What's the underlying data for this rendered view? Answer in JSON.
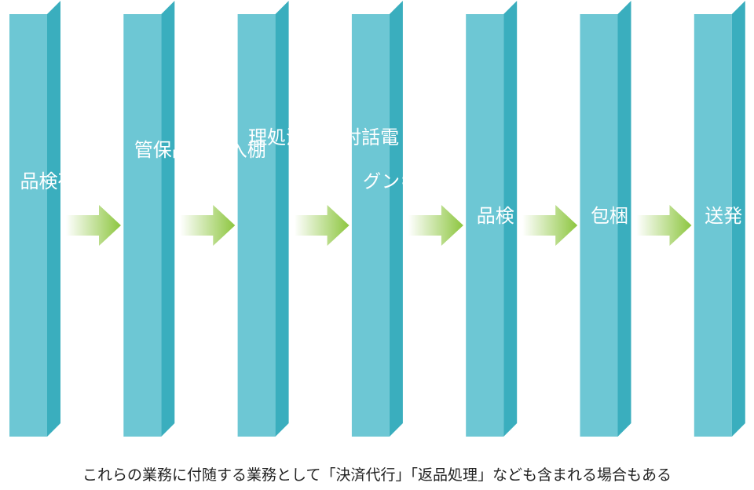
{
  "steps": [
    {
      "label": "入荷・検品"
    },
    {
      "label": "棚入れ・商品保管"
    },
    {
      "label": "電話対応・受注処理"
    },
    {
      "label": "ピッキング"
    },
    {
      "label": "検品"
    },
    {
      "label": "梱包"
    },
    {
      "label": "発送"
    }
  ],
  "caption": "これらの業務に付随する業務として「決済代行」「返品処理」なども含まれる場合もある",
  "colors": {
    "column_front": "#6dc7d4",
    "column_side": "#3aaebe",
    "arrow_start": "#ffffff",
    "arrow_end": "#8dc63f"
  }
}
